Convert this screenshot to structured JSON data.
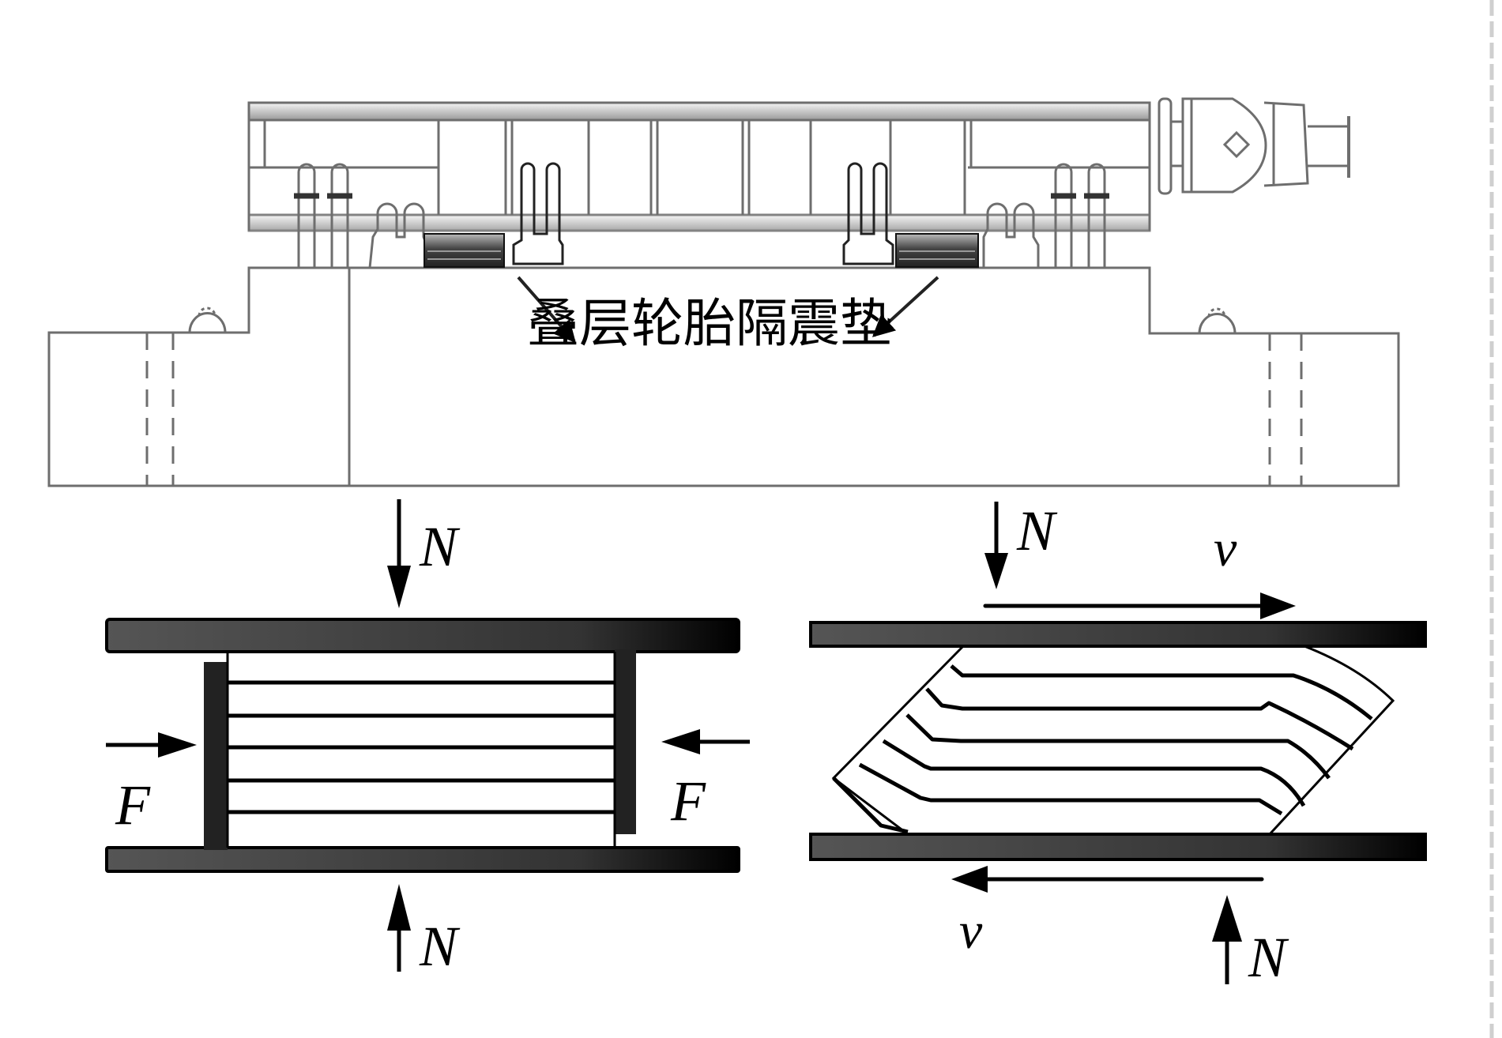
{
  "figure": {
    "top_panel": {
      "subject": "vehicle-mounted launcher structure on base",
      "callout_label": "叠层轮胎隔震垫"
    },
    "left_panel": {
      "subject": "laminated bearing under vertical compression with lateral restraint",
      "labels": {
        "top_force": "N",
        "bottom_force": "N",
        "left_force": "F",
        "right_force": "F"
      },
      "layer_count": 5
    },
    "right_panel": {
      "subject": "laminated bearing under shear deformation",
      "labels": {
        "top_force": "N",
        "bottom_force": "N",
        "top_velocity": "v",
        "bottom_velocity": "v"
      },
      "layer_count": 5
    },
    "colors": {
      "line": "#000000",
      "drawing_gray": "#6e6e6e",
      "plate_fill": "#4a4a4a",
      "border_dash": "#cfcfcf"
    }
  }
}
